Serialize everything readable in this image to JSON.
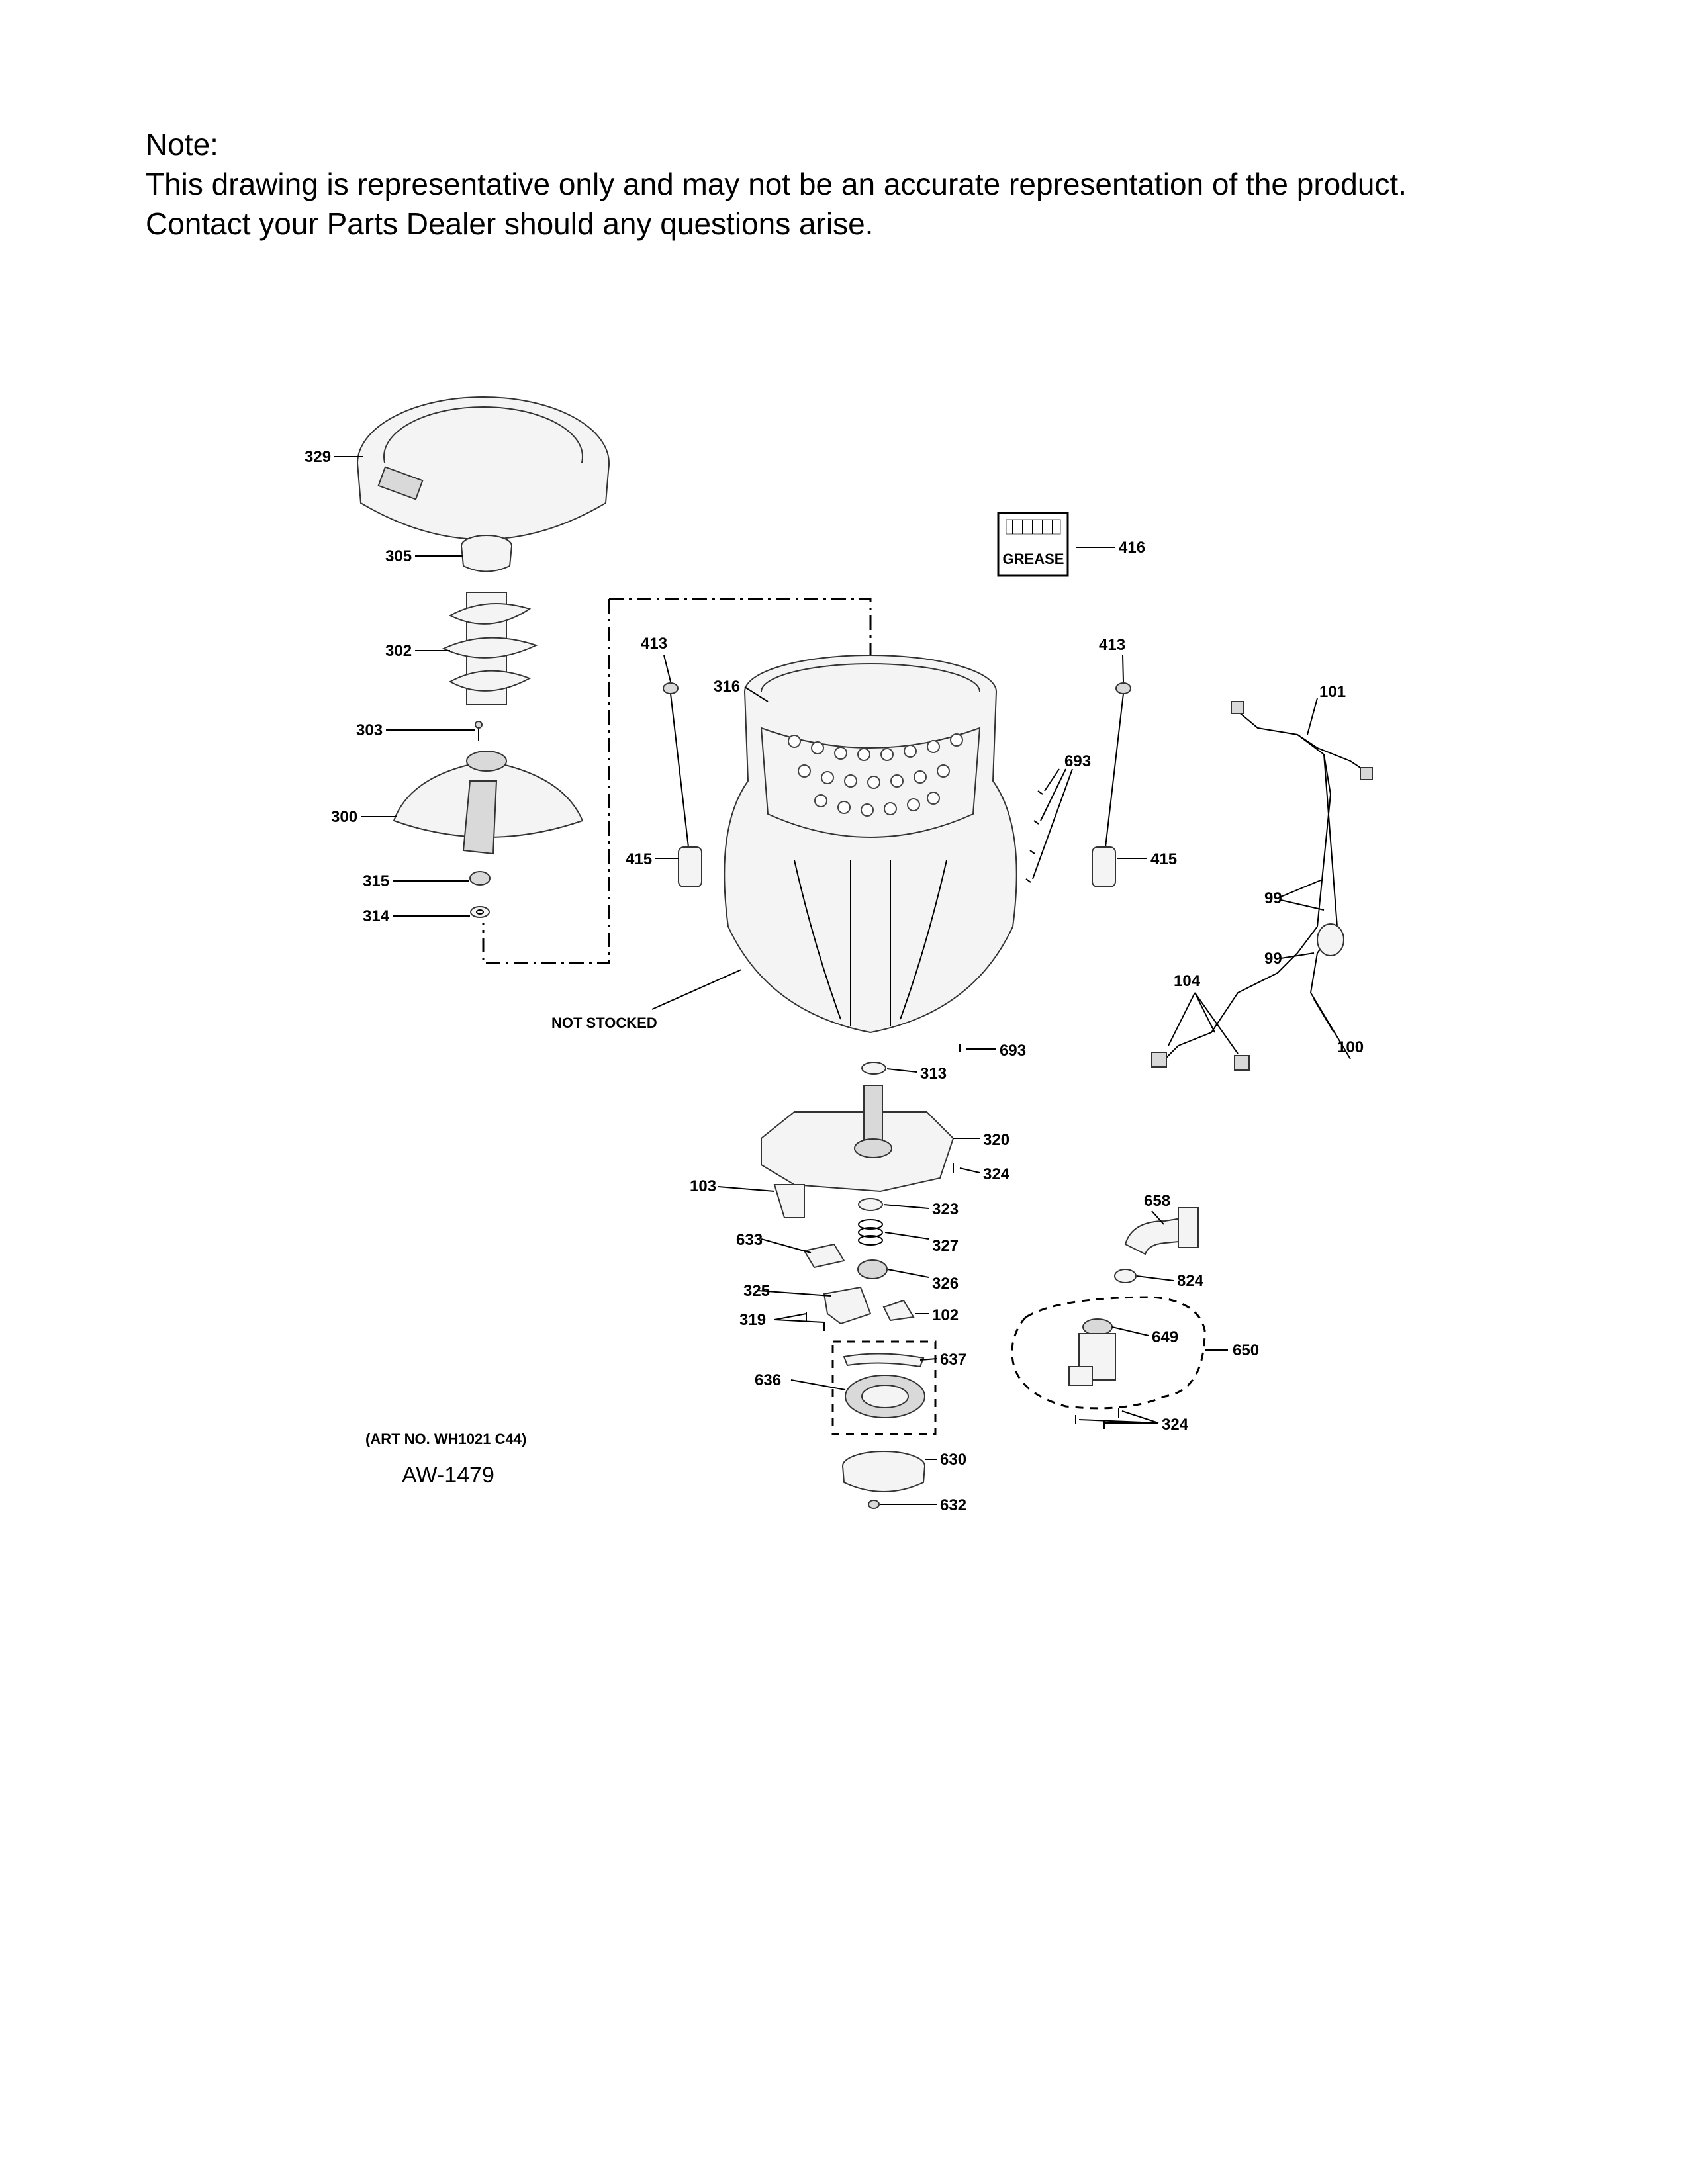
{
  "note": {
    "heading": "Note:",
    "line1": "This drawing is representative only and may not be an accurate representation of the product.",
    "line2": "Contact your Parts Dealer should any questions arise."
  },
  "grease_box": "GREASE",
  "not_stocked": "NOT STOCKED",
  "art_no": "(ART NO. WH1021 C44)",
  "aw_code": "AW-1479",
  "labels": {
    "l329": "329",
    "l305": "305",
    "l302": "302",
    "l303": "303",
    "l300": "300",
    "l315": "315",
    "l314": "314",
    "l416": "416",
    "l413a": "413",
    "l413b": "413",
    "l316": "316",
    "l415a": "415",
    "l415b": "415",
    "l693a": "693",
    "l693b": "693",
    "l101": "101",
    "l99a": "99",
    "l99b": "99",
    "l104": "104",
    "l100": "100",
    "l313": "313",
    "l320": "320",
    "l324a": "324",
    "l103": "103",
    "l323": "323",
    "l327": "327",
    "l633": "633",
    "l326": "326",
    "l325": "325",
    "l102": "102",
    "l319": "319",
    "l637": "637",
    "l636": "636",
    "l630": "630",
    "l632": "632",
    "l658": "658",
    "l824": "824",
    "l649": "649",
    "l650": "650",
    "l324b": "324"
  }
}
